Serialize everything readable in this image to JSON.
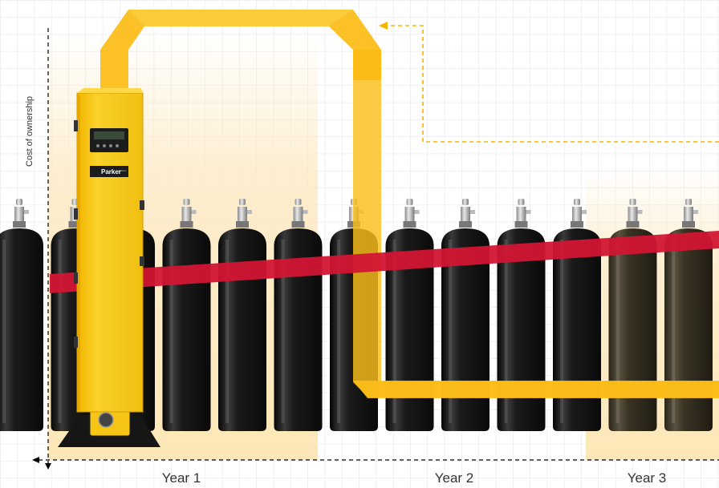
{
  "y_axis_label": "Cost of ownership",
  "x_axis_labels": [
    "Year 1",
    "Year 2",
    "Year 3"
  ],
  "generator_brand": "Parker",
  "generator_brand_sub": "balston",
  "cylinder_count": 13,
  "colors": {
    "highlight_band": "#fde9c2",
    "grid_line": "#e3e3e3",
    "yellow_path": "#fbbe1a",
    "yellow_dashed": "#f5b400",
    "red_band": "#d21533",
    "generator_body": "#f7c516",
    "cylinder_body": "#161616",
    "axis_dashed": "#000000"
  }
}
